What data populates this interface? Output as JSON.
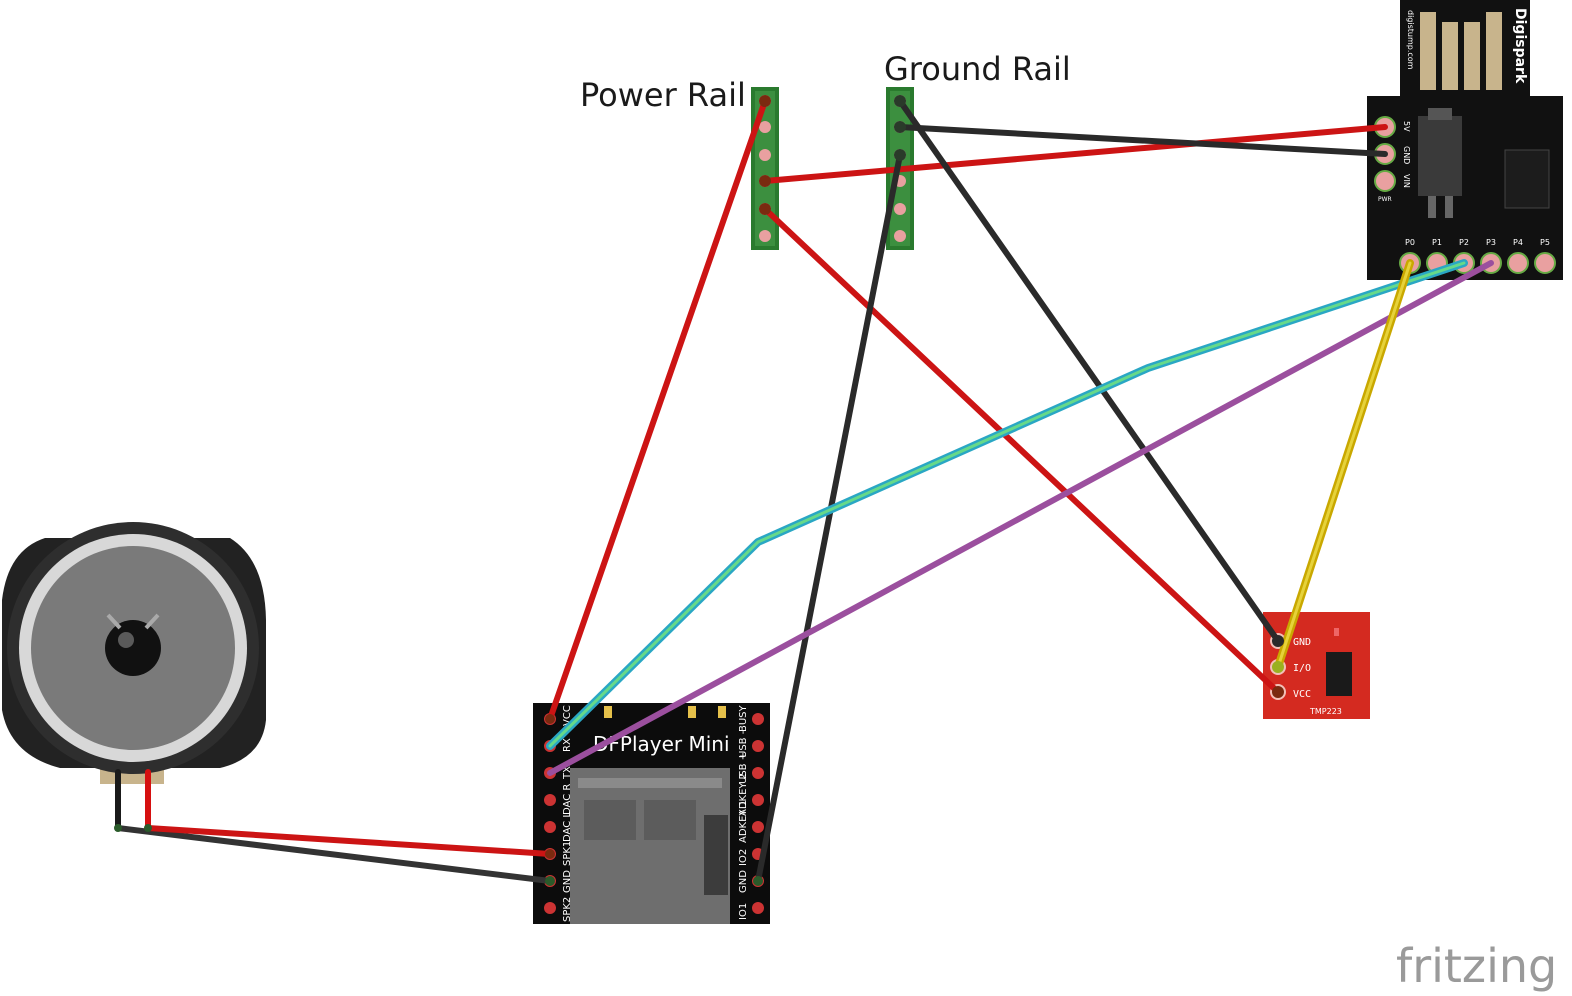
{
  "labels": {
    "power_rail": "Power Rail",
    "ground_rail": "Ground Rail",
    "watermark": "fritzing"
  },
  "digispark": {
    "title": "Digispark",
    "site": "digistump.com",
    "power_pins": [
      "5V",
      "GND",
      "VIN"
    ],
    "pwr_label": "PWR",
    "io_pins": [
      "P0",
      "P1",
      "P2",
      "P3",
      "P4",
      "P5"
    ]
  },
  "tmp223": {
    "name": "TMP223",
    "pins": [
      "GND",
      "I/O",
      "VCC"
    ]
  },
  "dfplayer": {
    "title": "DFPlayer Mini",
    "left_pins": [
      "VCC",
      "RX",
      "TX",
      "DAC R",
      "DAC L",
      "SPK1",
      "GND",
      "SPK2"
    ],
    "right_pins": [
      "BUSY",
      "USB -",
      "USB +",
      "ADKEY 2",
      "ADKEY 1",
      "IO2",
      "GND",
      "IO1"
    ]
  },
  "colors": {
    "power": "#cc1414",
    "ground": "#2a2a2a",
    "data_cyan": "#3fc9d9",
    "data_purple": "#9b4f9e",
    "data_yellow": "#c9a800",
    "rail_green": "#2a7a2e",
    "sensor_red": "#d42a20"
  }
}
